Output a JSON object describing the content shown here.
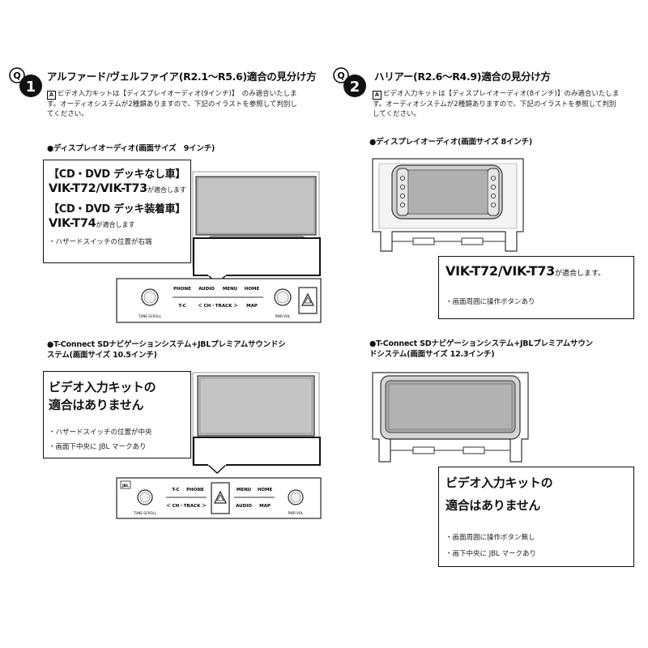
{
  "q1": {
    "badge_letter": "Q",
    "badge_number": "1",
    "title": "アルファード/ヴェルファイア(R2.1～R5.6)適合の見分け方",
    "intro_mark": "A",
    "intro_line1": "ビデオ入力キットは【ディスプレイオーディオ(9インチ)】　のみ適合いたしま",
    "intro_line2": "す。オーディオシステムが2種類ありますので、下記のイラストを参照して判別し",
    "intro_line3": "てください。",
    "section1": {
      "heading": "●ディスプレイオーディオ(画面サイズ　9インチ)",
      "sub1": "【CD・DVD デッキなし車】",
      "model1": "VIK-T72/VIK-T73",
      "model1_suffix": "が適合します",
      "sub2": "【CD・DVD デッキ装着車】",
      "model2": "VIK-T74",
      "model2_suffix": "が適合します",
      "note": "・ハザードスイッチの位置が右端",
      "panel": {
        "phone": "PHONE",
        "audio": "AUDIO",
        "menu": "MENU",
        "home": "HOME",
        "tc": "T-C",
        "ch_track": "＜ CH・TRACK ＞",
        "map": "MAP",
        "tune": "TUNE·SCROLL",
        "pwr": "PWR·VOL"
      }
    },
    "section2": {
      "heading_line1": "●T-Connect SDナビゲーションシステム+JBLプレミアムサウンドシ",
      "heading_line2": "ステム(画面サイズ 10.5インチ)",
      "big_line1": "ビデオ入力キットの",
      "big_line2": "適合はありません",
      "note1": "・ハザードスイッチの位置が中央",
      "note2": "・画面下中央に JBL マークあり",
      "panel": {
        "jbl": "JBL",
        "tc": "T-C",
        "phone": "PHONE",
        "menu": "MENU",
        "home": "HOME",
        "ch_track": "＜ CH・TRACK ＞",
        "audio": "AUDIO",
        "map": "MAP",
        "tune": "TUNE·SCROLL",
        "pwr": "PWR·VOL"
      }
    }
  },
  "q2": {
    "badge_letter": "Q",
    "badge_number": "2",
    "title": "ハリアー(R2.6～R4.9)適合の見分け方",
    "intro_mark": "A",
    "intro_line1": "ビデオ入力キットは【ディスプレイオーディオ(8インチ)】のみ適合いたしま",
    "intro_line2": "す。オーディオシステムが2種類ありますので、下記のイラストを参照して判別",
    "intro_line3": "してください。",
    "section1": {
      "heading": "●ディスプレイオーディオ(画面サイズ 8インチ)",
      "model": "VIK-T72/VIK-T73",
      "model_suffix": "が適合します。",
      "note": "・画面周囲に操作ボタンあり"
    },
    "section2": {
      "heading_line1": "●T-Connect SDナビゲーションシステム+JBLプレミアムサウン",
      "heading_line2": "ドシステム(画面サイズ 12.3インチ)",
      "big_line1": "ビデオ入力キットの",
      "big_line2": "適合はありません",
      "note1": "・画面周囲に操作ボタン無し",
      "note2": "・画下中央に JBL マークあり"
    }
  }
}
